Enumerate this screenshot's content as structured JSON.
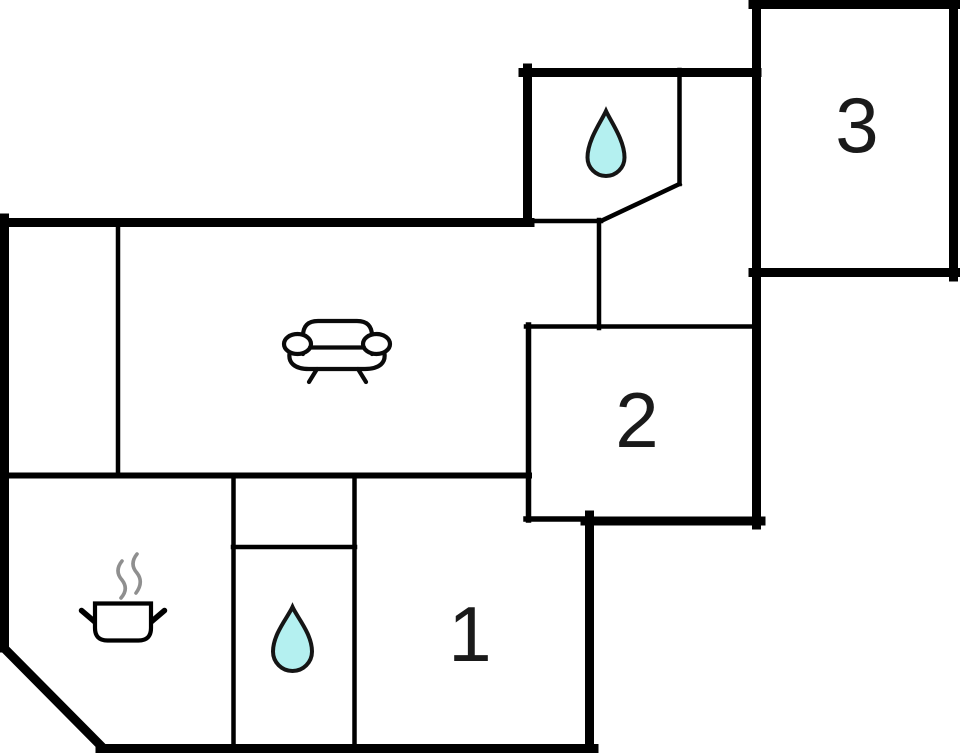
{
  "title": "apartment-floor-plan",
  "colors": {
    "background": "#ffffff",
    "wall": "#000000",
    "label": "#1a1a1a",
    "water_drop_fill": "#b4f0f0",
    "water_drop_stroke": "#151515",
    "steam": "#8f8f8f",
    "furniture_stroke": "#0a0a0a",
    "room_fill": "#ffffff"
  },
  "rooms": [
    {
      "id": "room-1",
      "label": "1"
    },
    {
      "id": "room-2",
      "label": "2"
    },
    {
      "id": "room-3",
      "label": "3"
    },
    {
      "id": "living-area",
      "icon": "sofa-icon"
    },
    {
      "id": "kitchen-area",
      "icon": "cooking-pot-icon"
    },
    {
      "id": "bath-upper",
      "icon": "water-drop-icon"
    },
    {
      "id": "bath-lower",
      "icon": "water-drop-icon"
    }
  ]
}
